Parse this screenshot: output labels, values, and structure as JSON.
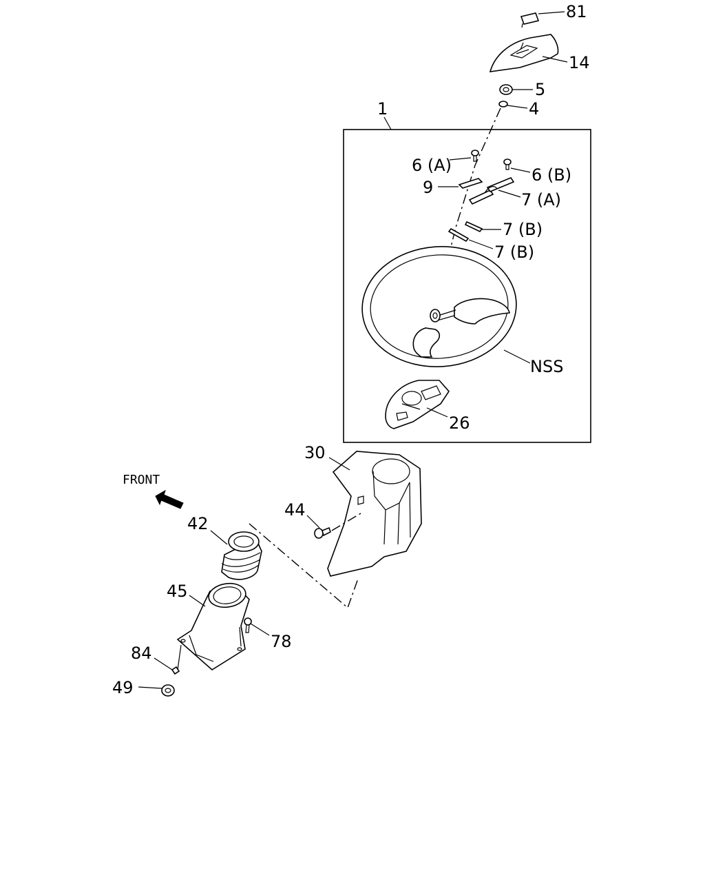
{
  "labels": {
    "l81": "81",
    "l14": "14",
    "l5": "5",
    "l4": "4",
    "l1": "1",
    "l6a": "6 (A)",
    "l6b": "6 (B)",
    "l9": "9",
    "l7a": "7 (A)",
    "l7b1": "7 (B)",
    "l7b2": "7 (B)",
    "lnss": "NSS",
    "l26": "26",
    "l30": "30",
    "lfront": "FRONT",
    "l44": "44",
    "l42": "42",
    "l45": "45",
    "l78": "78",
    "l84": "84",
    "l49": "49"
  }
}
